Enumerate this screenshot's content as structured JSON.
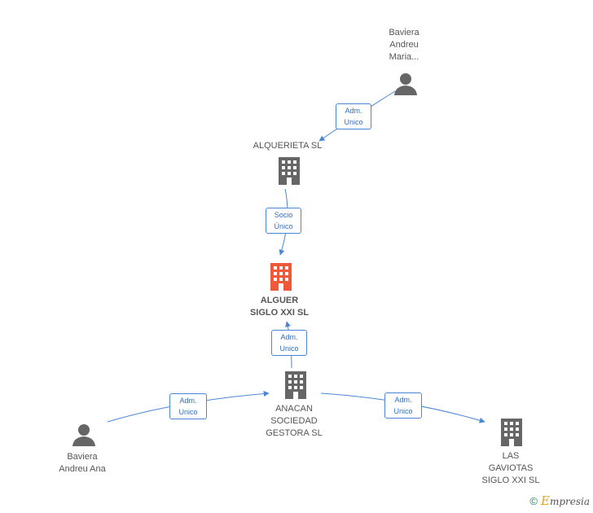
{
  "nodes": {
    "person_maria": {
      "label": "Baviera\nAndreu\nMaria..."
    },
    "alquerieta": {
      "label": "ALQUERIETA SL"
    },
    "alguer": {
      "label": "ALGUER\nSIGLO XXI SL"
    },
    "anacan": {
      "label": "ANACAN\nSOCIEDAD\nGESTORA SL"
    },
    "person_ana": {
      "label": "Baviera\nAndreu Ana"
    },
    "gaviotas": {
      "label": "LAS\nGAVIOTAS\nSIGLO XXI SL"
    }
  },
  "edges": {
    "maria_alquerieta": {
      "label": "Adm.\nUnico"
    },
    "alquerieta_alguer": {
      "label": "Socio\nÚnico"
    },
    "anacan_alguer": {
      "label": "Adm.\nUnico"
    },
    "ana_anacan": {
      "label": "Adm.\nUnico"
    },
    "anacan_gaviotas": {
      "label": "Adm.\nUnico"
    }
  },
  "colors": {
    "edge": "#4a86d8",
    "icon_gray": "#666666",
    "icon_focus": "#f0583a"
  },
  "icons": {
    "person": "person-icon",
    "building": "building-icon"
  },
  "footer": {
    "copyright": "©",
    "brand_initial": "E",
    "brand_rest": "mpresia"
  }
}
